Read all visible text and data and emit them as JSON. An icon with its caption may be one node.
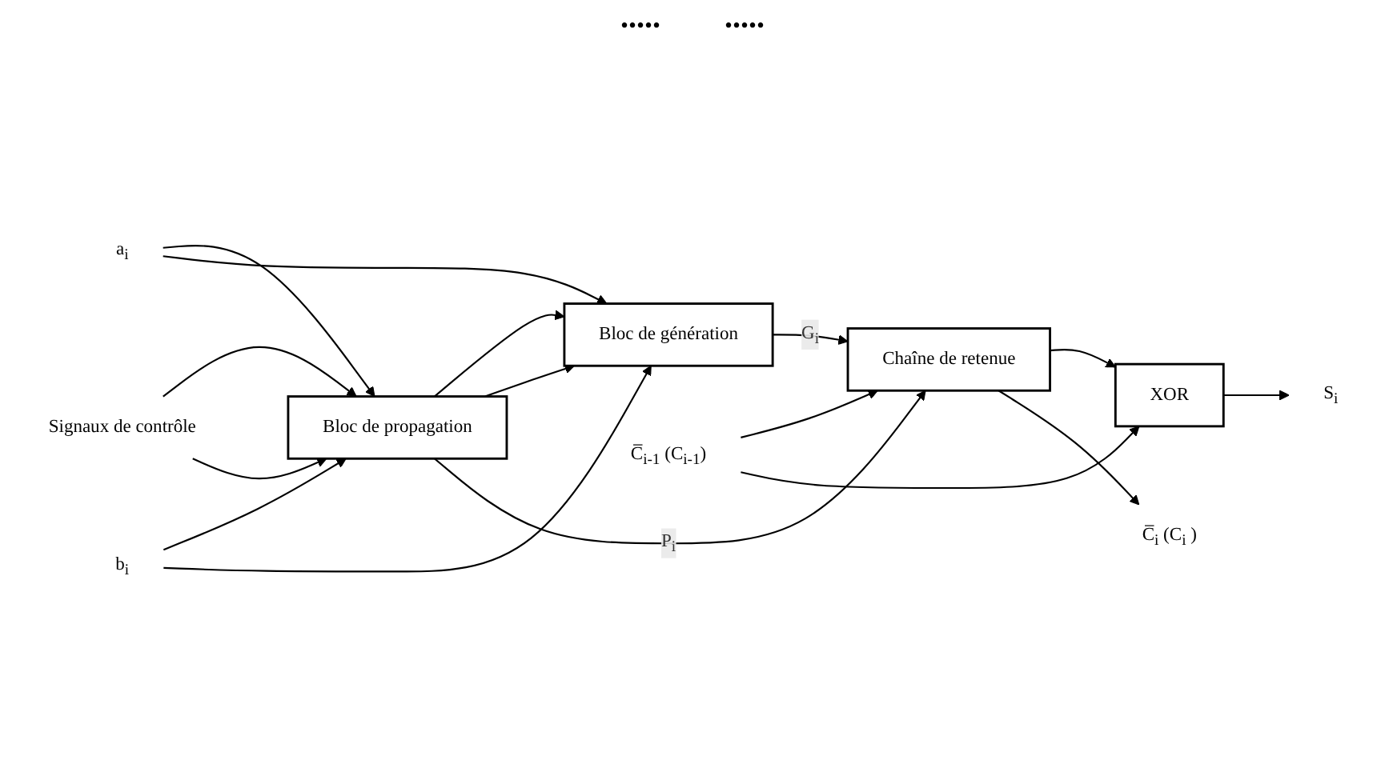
{
  "diagram": {
    "nodes": [
      {
        "text": [
          "Signaux de contrôle"
        ]
      },
      {
        "text": [
          "a$_{i}$"
        ]
      },
      {
        "text": [
          "b$_{i}$"
        ]
      },
      {
        "text": [
          "Bloc de propagation"
        ]
      },
      {
        "text": [
          "Bloc de génération"
        ]
      },
      {
        "text": [
          "Chaîne de retenue"
        ]
      },
      {
        "text": [
          "XOR"
        ]
      },
      {
        "text": [
          "C̅$_{i-1}$ (C$_{i-1}$)"
        ]
      },
      {
        "text": [
          "S$_{i}$"
        ]
      },
      {
        "text": [
          "C̅$_{i}$ (C$_{i}$ )"
        ]
      }
    ],
    "edges": [
      {
        "from": 0,
        "to": 3,
        "arrow": "to"
      },
      {
        "from": 0,
        "to": 3,
        "arrow": "to"
      },
      {
        "from": 1,
        "to": 3,
        "arrow": "to"
      },
      {
        "from": 1,
        "to": 4,
        "arrow": "to"
      },
      {
        "from": 2,
        "to": 3,
        "arrow": "to"
      },
      {
        "from": 2,
        "to": 4,
        "arrow": "to"
      },
      {
        "from": 3,
        "to": 4,
        "arrow": "to"
      },
      {
        "from": 3,
        "to": 4,
        "arrow": "to"
      },
      {
        "from": 3,
        "to": 5,
        "arrow": "to",
        "label": "P$_{i}$"
      },
      {
        "from": 5,
        "to": 6,
        "arrow": "to"
      },
      {
        "from": 4,
        "to": 5,
        "arrow": "to",
        "label": "G$_{i}$"
      },
      {
        "from": 7,
        "to": 5,
        "arrow": "to"
      },
      {
        "from": 7,
        "to": 6,
        "arrow": "to"
      },
      {
        "from": 6,
        "to": 8,
        "arrow": "to"
      },
      {
        "from": 5,
        "to": 9,
        "arrow": "to"
      }
    ],
    "labels": [
      ".....",
      "....."
    ]
  }
}
